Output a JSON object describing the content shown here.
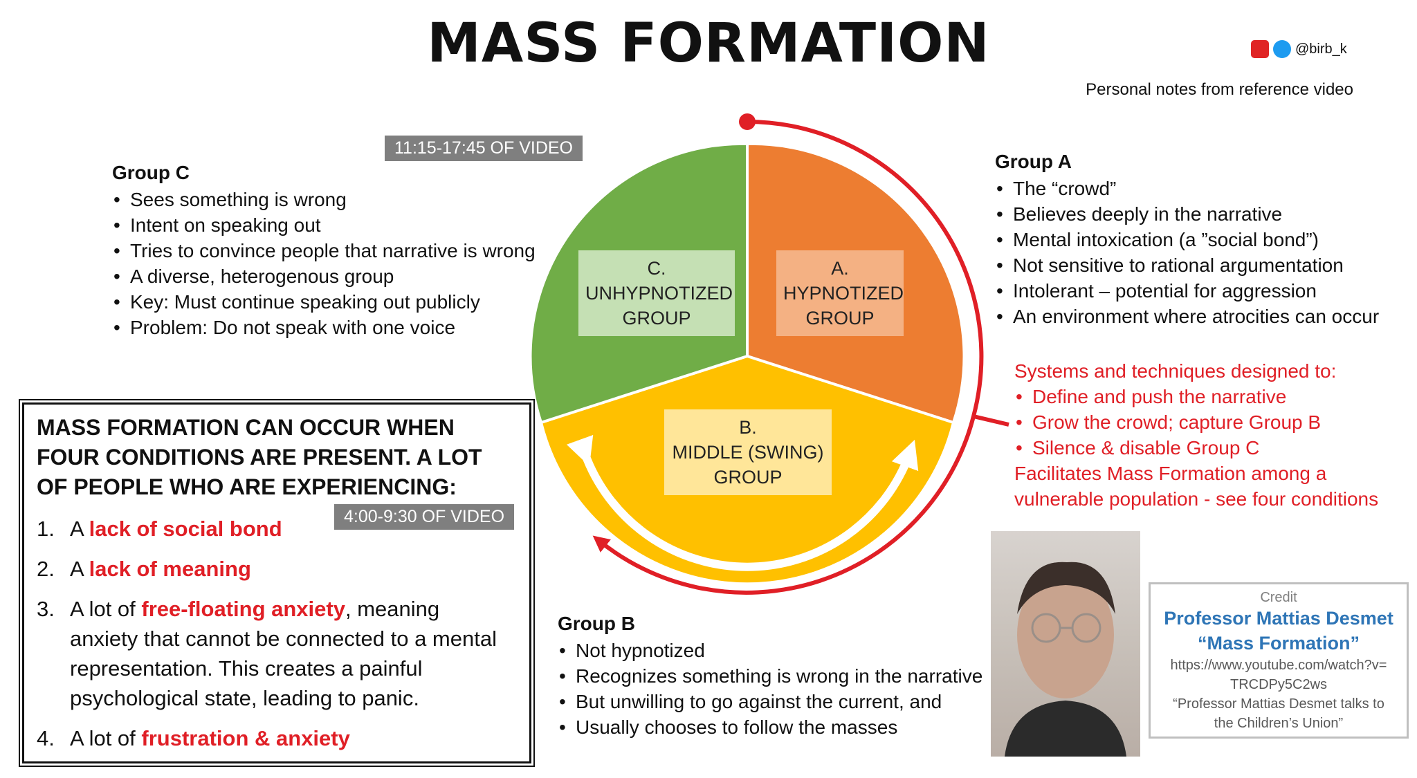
{
  "title": "MASS FORMATION",
  "handle": "@birb_k",
  "personal_note": "Personal notes from reference video",
  "video_tag_top": "11:15-17:45 OF VIDEO",
  "video_tag_bottom": "4:00-9:30 OF VIDEO",
  "wheel": {
    "segments": [
      {
        "label": "A.\nHYPNOTIZED\nGROUP",
        "color": "#ed7d31",
        "label_bg": "#f4b183"
      },
      {
        "label": "B.\nMIDDLE (SWING)\nGROUP",
        "color": "#ffc000",
        "label_bg": "#ffe699"
      },
      {
        "label": "C.\nUNHYPNOTIZED\nGROUP",
        "color": "#70ad47",
        "label_bg": "#c5e0b4"
      }
    ],
    "accent_color": "#e01f26"
  },
  "group_a": {
    "title": "Group A",
    "items": [
      "The “crowd”",
      "Believes deeply in the narrative",
      "Mental intoxication (a ”social bond”)",
      "Not sensitive to rational argumentation",
      "Intolerant – potential for aggression",
      "An environment where atrocities can occur"
    ]
  },
  "group_b": {
    "title": "Group B",
    "items": [
      "Not hypnotized",
      "Recognizes something is wrong in the narrative",
      "But unwilling to go against the current, and",
      "Usually chooses to follow the masses"
    ]
  },
  "group_c": {
    "title": "Group C",
    "items": [
      "Sees something is wrong",
      "Intent on speaking out",
      "Tries to convince people that narrative is wrong",
      "A diverse, heterogenous group",
      "Key: Must continue speaking out publicly",
      "Problem: Do not speak with one voice"
    ]
  },
  "systems": {
    "intro": "Systems and techniques designed to:",
    "items": [
      "Define and push the narrative",
      "Grow the crowd; capture Group B",
      "Silence & disable Group C"
    ],
    "outro_1": "Facilitates Mass Formation among a",
    "outro_2": "vulnerable population - see four conditions"
  },
  "conditions": {
    "heading": "MASS FORMATION CAN OCCUR WHEN FOUR CONDITIONS ARE PRESENT. A LOT OF PEOPLE WHO ARE EXPERIENCING:",
    "items": [
      {
        "num": "1.",
        "pre": "A ",
        "hl": "lack of social bond",
        "post": ""
      },
      {
        "num": "2.",
        "pre": "A ",
        "hl": "lack of meaning",
        "post": ""
      },
      {
        "num": "3.",
        "pre": "A lot of ",
        "hl": "free-floating anxiety",
        "post": ", meaning anxiety that cannot be connected to a mental representation. This creates a painful psychological state, leading to panic."
      },
      {
        "num": "4.",
        "pre": "A lot of ",
        "hl": "frustration & anxiety",
        "post": ""
      }
    ]
  },
  "credit": {
    "label": "Credit",
    "name": "Professor Mattias Desmet",
    "work": "“Mass Formation”",
    "url_1": "https://www.youtube.com/watch?v=",
    "url_2": "TRCDPy5C2ws",
    "desc_1": "“Professor Mattias Desmet talks to",
    "desc_2": "the Children’s Union”"
  }
}
